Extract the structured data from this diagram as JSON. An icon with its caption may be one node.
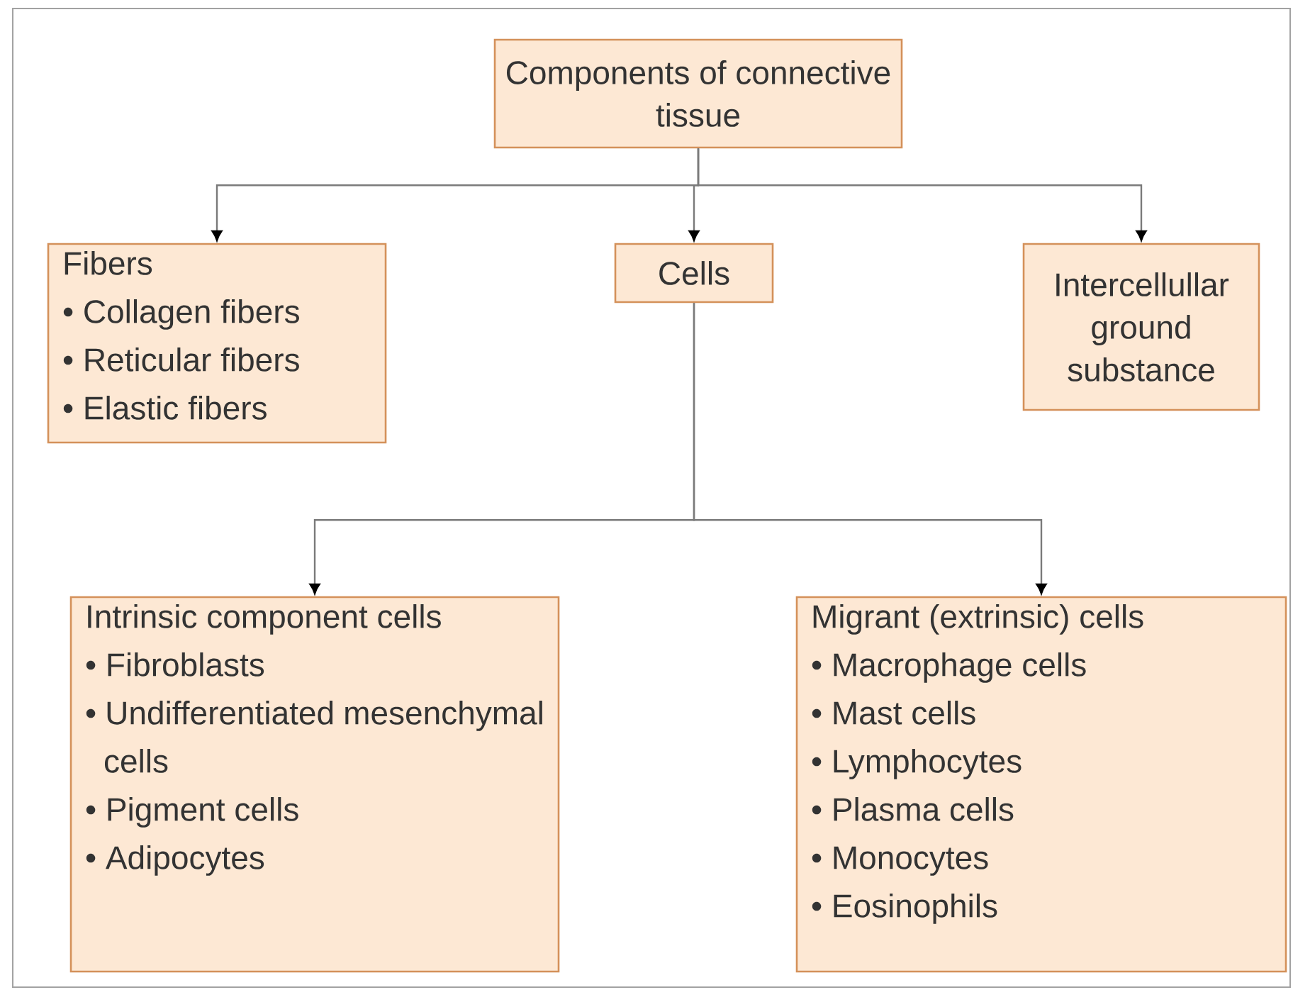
{
  "diagram": {
    "nodes": [
      {
        "text": [
          "Components of connective tissue"
        ]
      },
      {
        "text": [
          "Fibers",
          "• Collagen fibers",
          "• Reticular fibers",
          "• Elastic fibers"
        ]
      },
      {
        "text": [
          "Cells"
        ]
      },
      {
        "text": [
          "Intercellullar ground substance"
        ]
      },
      {
        "text": [
          "Intrinsic component cells",
          "• Fibroblasts",
          "• Undifferentiated mesenchymal cells",
          "• Pigment cells",
          "• Adipocytes"
        ]
      },
      {
        "text": [
          "Migrant (extrinsic) cells",
          "• Macrophage cells",
          "• Mast cells",
          "• Lymphocytes",
          "• Plasma cells",
          "• Monocytes",
          "• Eosinophils"
        ]
      }
    ],
    "edges": [
      {
        "from": 0,
        "to": 1,
        "arrow": "to"
      },
      {
        "from": 0,
        "to": 2,
        "arrow": "to"
      },
      {
        "from": 0,
        "to": 3,
        "arrow": "to"
      },
      {
        "from": 2,
        "to": 4,
        "arrow": "to"
      },
      {
        "from": 2,
        "to": 5,
        "arrow": "to"
      }
    ]
  }
}
